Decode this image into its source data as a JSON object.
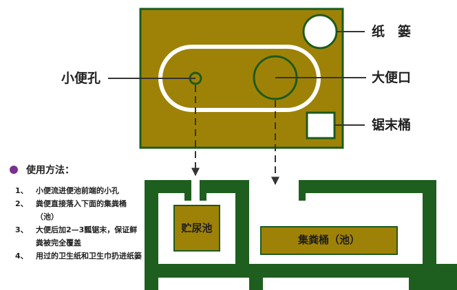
{
  "colors": {
    "board": "#9e8207",
    "outline": "#1c5a1c",
    "ground": "#1e5e1e",
    "white": "#ffffff",
    "bullet": "#7b2f8e"
  },
  "labels": {
    "paper_basket": "纸　篓",
    "urine_hole": "小便孔",
    "stool_opening": "大便口",
    "sawdust_bucket": "锯末桶",
    "urine_tank": "贮尿池",
    "feces_tank": "集粪桶（池）"
  },
  "usage": {
    "title": "使用方法：",
    "steps": [
      {
        "num": "1、",
        "text": "小便流进便池前端的小孔"
      },
      {
        "num": "2、",
        "text": "粪便直接落入下面的集粪桶（池）"
      },
      {
        "num": "3、",
        "text": "大便后加2—3瓢锯末，保证鲜粪被完全覆盖"
      },
      {
        "num": "4、",
        "text": "用过的卫生纸和卫生巾扔进纸篓"
      }
    ]
  }
}
